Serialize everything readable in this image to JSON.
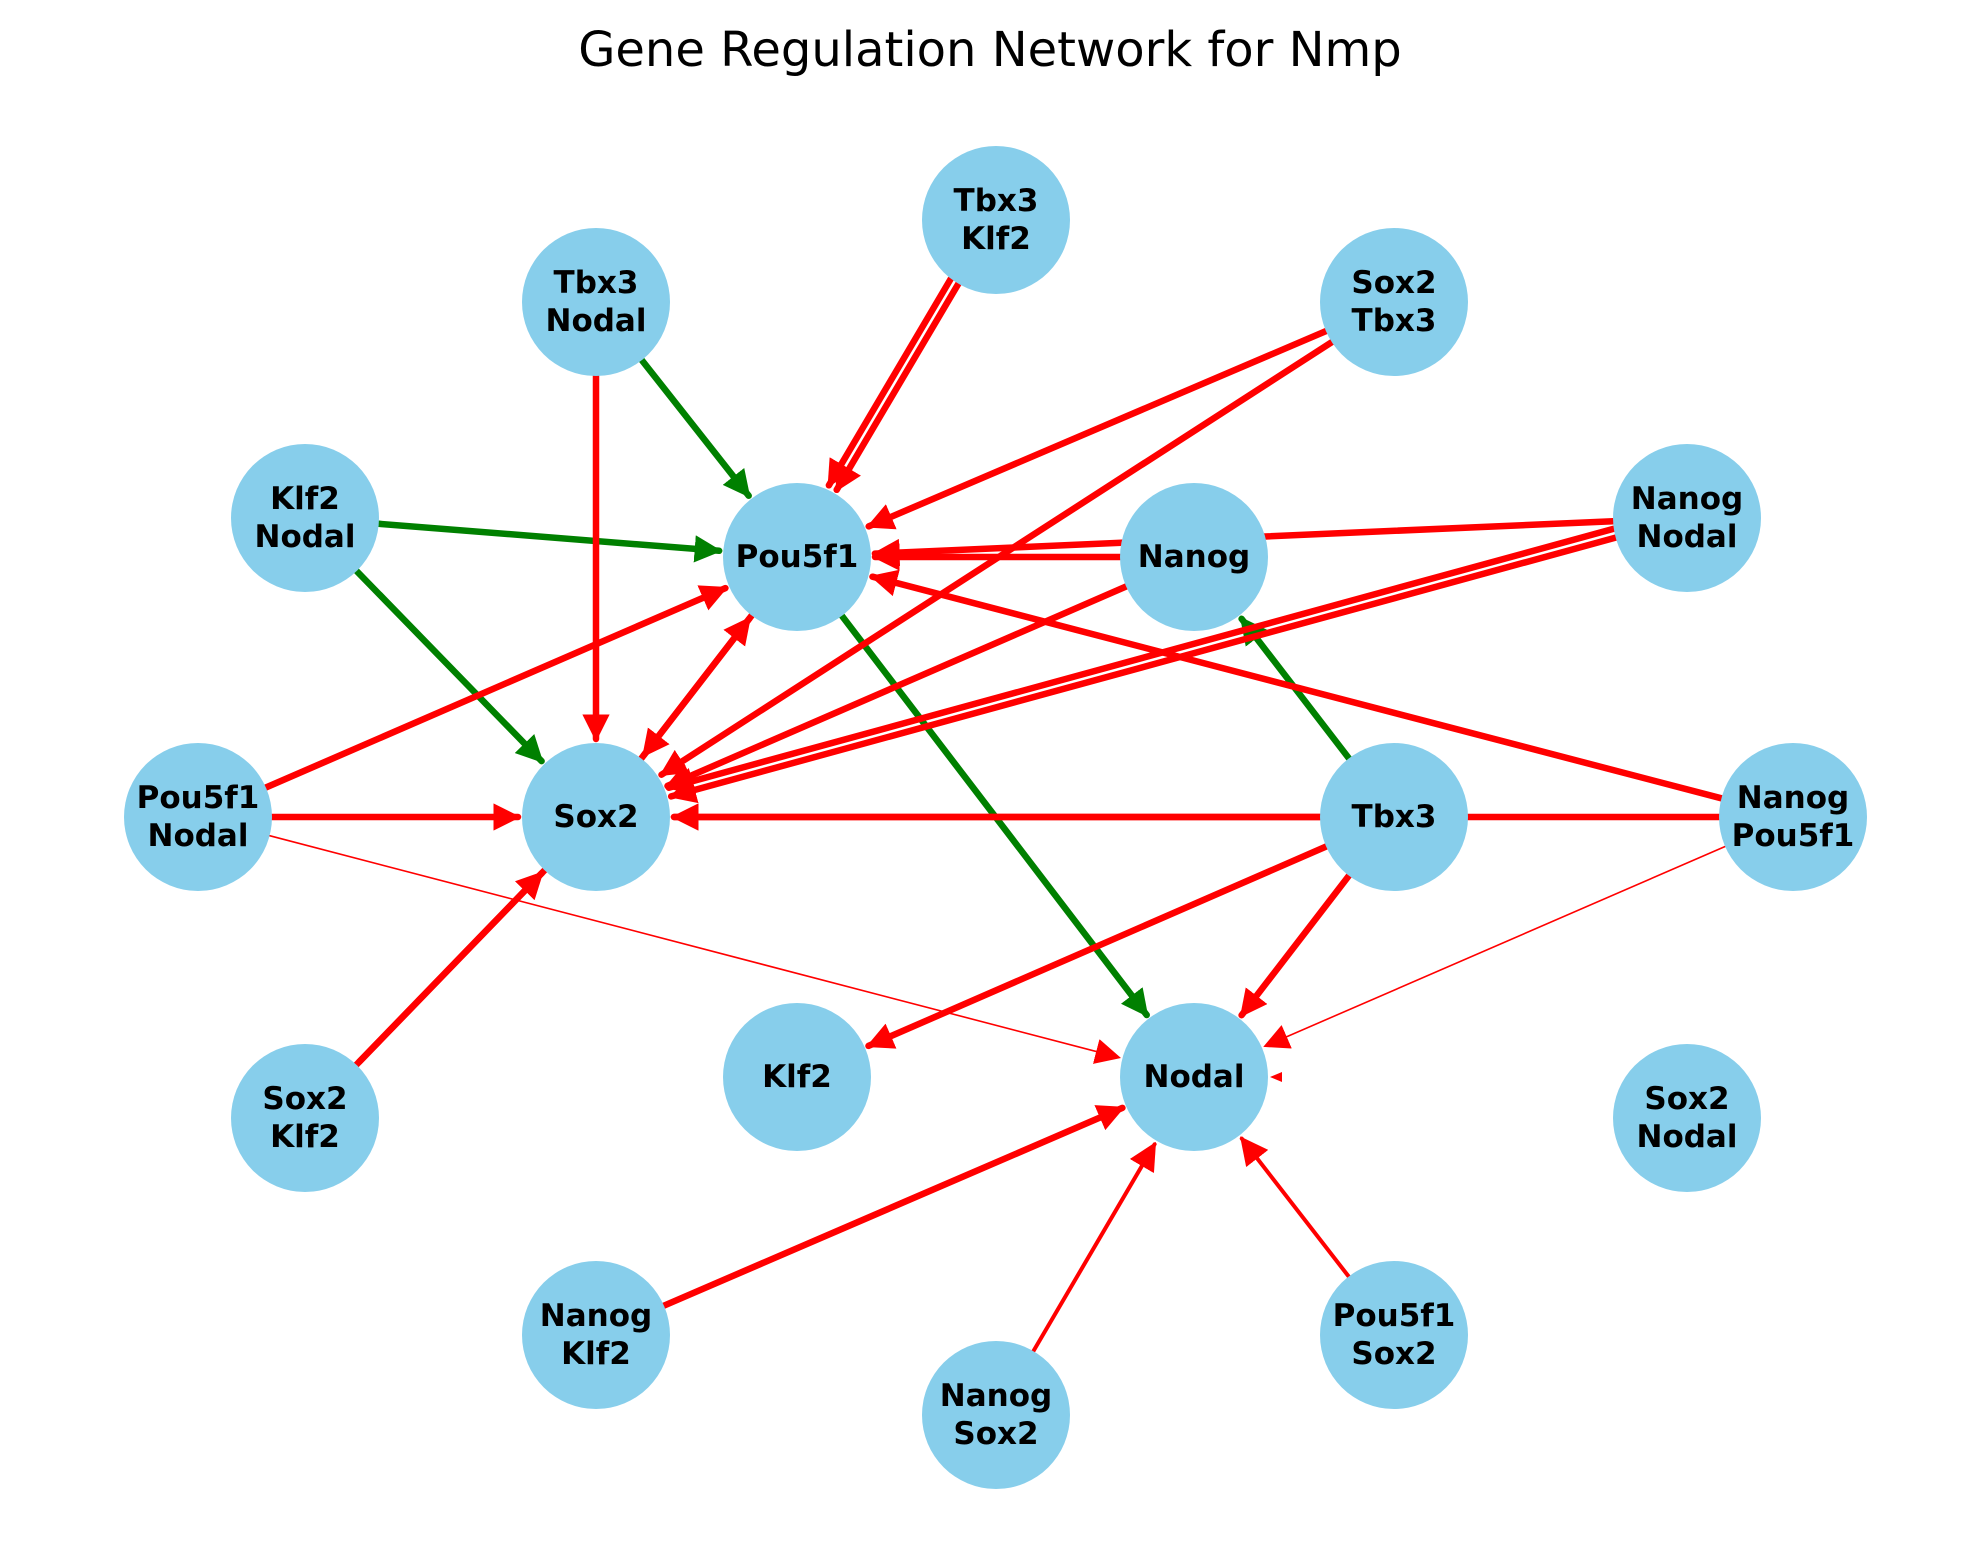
{
  "title": "Gene Regulation Network for Nmp",
  "colors": {
    "node_fill": "#87ceeb",
    "activation": "#008000",
    "repression": "#ff0000",
    "text": "#000000"
  },
  "nodes": [
    {
      "id": "pou5f1",
      "lines": [
        "Pou5f1"
      ]
    },
    {
      "id": "sox2",
      "lines": [
        "Sox2"
      ]
    },
    {
      "id": "nanog",
      "lines": [
        "Nanog"
      ]
    },
    {
      "id": "tbx3",
      "lines": [
        "Tbx3"
      ]
    },
    {
      "id": "klf2",
      "lines": [
        "Klf2"
      ]
    },
    {
      "id": "nodal",
      "lines": [
        "Nodal"
      ]
    },
    {
      "id": "tbx3-klf2",
      "lines": [
        "Tbx3",
        "Klf2"
      ]
    },
    {
      "id": "tbx3-nodal",
      "lines": [
        "Tbx3",
        "Nodal"
      ]
    },
    {
      "id": "sox2-tbx3",
      "lines": [
        "Sox2",
        "Tbx3"
      ]
    },
    {
      "id": "klf2-nodal",
      "lines": [
        "Klf2",
        "Nodal"
      ]
    },
    {
      "id": "nanog-nodal",
      "lines": [
        "Nanog",
        "Nodal"
      ]
    },
    {
      "id": "pou5f1-nodal",
      "lines": [
        "Pou5f1",
        "Nodal"
      ]
    },
    {
      "id": "nanog-pou5f1",
      "lines": [
        "Nanog",
        "Pou5f1"
      ]
    },
    {
      "id": "sox2-klf2",
      "lines": [
        "Sox2",
        "Klf2"
      ]
    },
    {
      "id": "sox2-nodal",
      "lines": [
        "Sox2",
        "Nodal"
      ]
    },
    {
      "id": "nanog-klf2",
      "lines": [
        "Nanog",
        "Klf2"
      ]
    },
    {
      "id": "nanog-sox2",
      "lines": [
        "Nanog",
        "Sox2"
      ]
    },
    {
      "id": "pou5f1-sox2",
      "lines": [
        "Pou5f1",
        "Sox2"
      ]
    }
  ],
  "edges": [
    {
      "from": "tbx3-nodal",
      "to": "pou5f1",
      "type": "activation"
    },
    {
      "from": "klf2-nodal",
      "to": "pou5f1",
      "type": "activation"
    },
    {
      "from": "klf2-nodal",
      "to": "sox2",
      "type": "activation"
    },
    {
      "from": "pou5f1",
      "to": "nodal",
      "type": "activation"
    },
    {
      "from": "tbx3",
      "to": "nanog",
      "type": "activation"
    },
    {
      "from": "tbx3-klf2",
      "to": "pou5f1",
      "type": "repression"
    },
    {
      "from": "tbx3-klf2",
      "to": "pou5f1",
      "type": "repression"
    },
    {
      "from": "sox2-tbx3",
      "to": "pou5f1",
      "type": "repression"
    },
    {
      "from": "sox2-tbx3",
      "to": "sox2",
      "type": "repression"
    },
    {
      "from": "tbx3-nodal",
      "to": "sox2",
      "type": "repression"
    },
    {
      "from": "nanog",
      "to": "pou5f1",
      "type": "repression"
    },
    {
      "from": "nanog-nodal",
      "to": "pou5f1",
      "type": "repression"
    },
    {
      "from": "nanog-nodal",
      "to": "sox2",
      "type": "repression"
    },
    {
      "from": "nanog-nodal",
      "to": "sox2",
      "type": "repression"
    },
    {
      "from": "nanog",
      "to": "sox2",
      "type": "repression"
    },
    {
      "from": "pou5f1-nodal",
      "to": "pou5f1",
      "type": "repression"
    },
    {
      "from": "pou5f1-nodal",
      "to": "sox2",
      "type": "repression"
    },
    {
      "from": "pou5f1-nodal",
      "to": "nodal",
      "type": "repression",
      "thin": true
    },
    {
      "from": "pou5f1",
      "to": "sox2",
      "type": "repression"
    },
    {
      "from": "sox2",
      "to": "pou5f1",
      "type": "repression"
    },
    {
      "from": "tbx3",
      "to": "sox2",
      "type": "repression"
    },
    {
      "from": "nanog-pou5f1",
      "to": "sox2",
      "type": "repression"
    },
    {
      "from": "nanog-pou5f1",
      "to": "pou5f1",
      "type": "repression"
    },
    {
      "from": "nanog-pou5f1",
      "to": "nodal",
      "type": "repression",
      "thin": true
    },
    {
      "from": "tbx3",
      "to": "klf2",
      "type": "repression"
    },
    {
      "from": "tbx3",
      "to": "nodal",
      "type": "repression"
    },
    {
      "from": "sox2-klf2",
      "to": "sox2",
      "type": "repression"
    },
    {
      "from": "sox2",
      "to": "sox2-klf2",
      "type": "repression",
      "no_arrow": true
    },
    {
      "from": "nanog-klf2",
      "to": "nodal",
      "type": "repression"
    },
    {
      "from": "nanog-sox2",
      "to": "nodal",
      "type": "repression",
      "medium": true
    },
    {
      "from": "pou5f1-sox2",
      "to": "nodal",
      "type": "repression",
      "medium": true
    }
  ]
}
